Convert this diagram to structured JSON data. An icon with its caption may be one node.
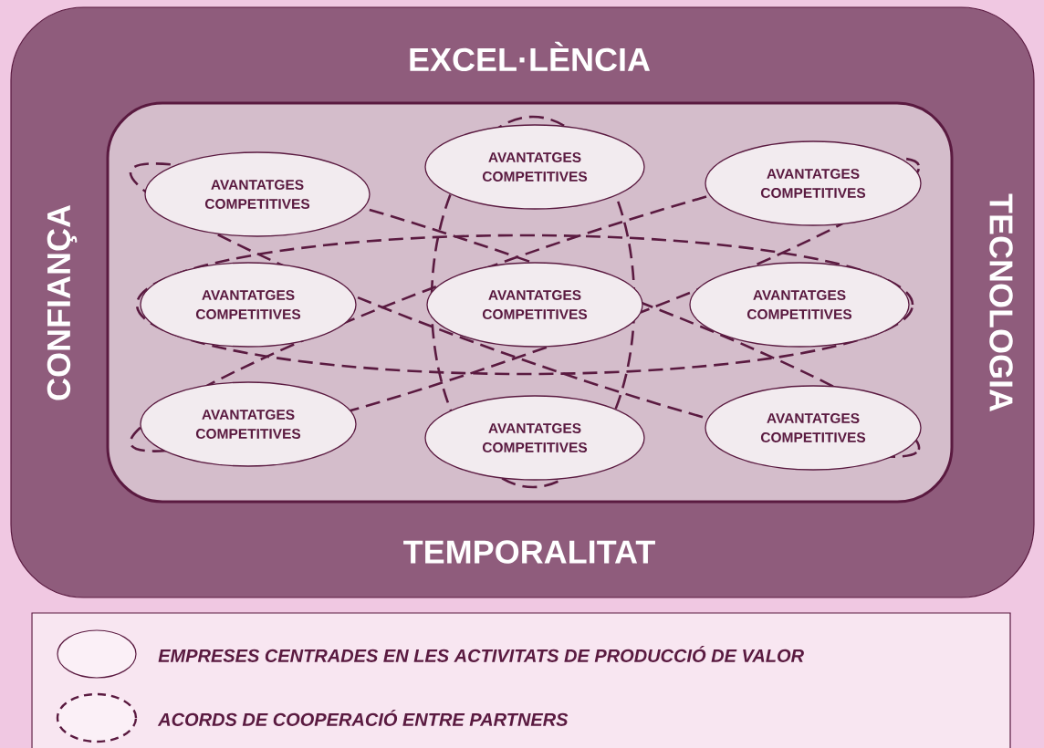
{
  "diagram": {
    "nodes": [
      {
        "text": [
          "EXCEL·LÈNCIA",
          "CONFIANÇA",
          "TECNOLOGIA",
          "TEMPORALITAT"
        ]
      },
      {
        "text": [],
        "shape": "box",
        "in": 0
      },
      {
        "text": [
          "AVANTATGES COMPETITIVES"
        ],
        "in": 1
      },
      {
        "text": [
          "AVANTATGES COMPETITIVES"
        ],
        "in": 1
      },
      {
        "text": [
          "AVANTATGES COMPETITIVES"
        ],
        "in": 1
      },
      {
        "text": [
          "AVANTATGES COMPETITIVES"
        ],
        "in": 1
      },
      {
        "text": [
          "AVANTATGES COMPETITIVES"
        ],
        "in": 1
      },
      {
        "text": [
          "AVANTATGES COMPETITIVES"
        ],
        "in": 1
      },
      {
        "text": [
          "AVANTATGES COMPETITIVES"
        ],
        "in": 1
      },
      {
        "text": [
          "AVANTATGES COMPETITIVES"
        ],
        "in": 1
      },
      {
        "text": [
          "AVANTATGES COMPETITIVES"
        ],
        "in": 1
      }
    ],
    "legend": [
      {
        "text": "EMPRESES CENTRADES EN  LES ACTIVITATS DE PRODUCCIÓ DE VALOR"
      },
      {
        "text": "ACORDS DE COOPERACIÓ ENTRE PARTNERS"
      }
    ]
  }
}
